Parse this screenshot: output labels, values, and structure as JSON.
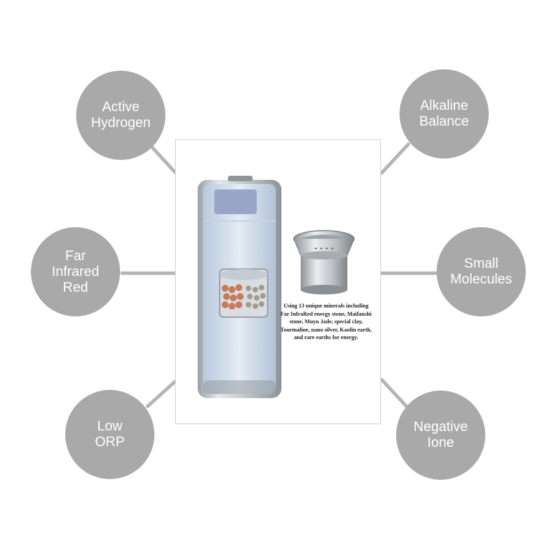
{
  "bubbles": {
    "active_hydrogen": {
      "line1": "Active",
      "line2": "Hydrogen"
    },
    "alkaline_balance": {
      "line1": "Alkaline",
      "line2": "Balance"
    },
    "far_infrared_red": {
      "line1": "Far",
      "line2": "Infrared",
      "line3": "Red"
    },
    "small_molecules": {
      "line1": "Small",
      "line2": "Molecules"
    },
    "low_orp": {
      "line1": "Low",
      "line2": "ORP"
    },
    "negative_ione": {
      "line1": "Negative",
      "line2": "Ione"
    }
  },
  "product": {
    "caption": "Using 13 unique minerals including Far InfraRed energy stone, Maifanshi stone, Muyu Jade, special clay, Tourmaline, nano silver, Kaolin earth, and rare earths for energy."
  },
  "colors": {
    "bubble": "#a9a9a9",
    "connector": "#b5b5b5",
    "bubble_text": "#ffffff"
  }
}
